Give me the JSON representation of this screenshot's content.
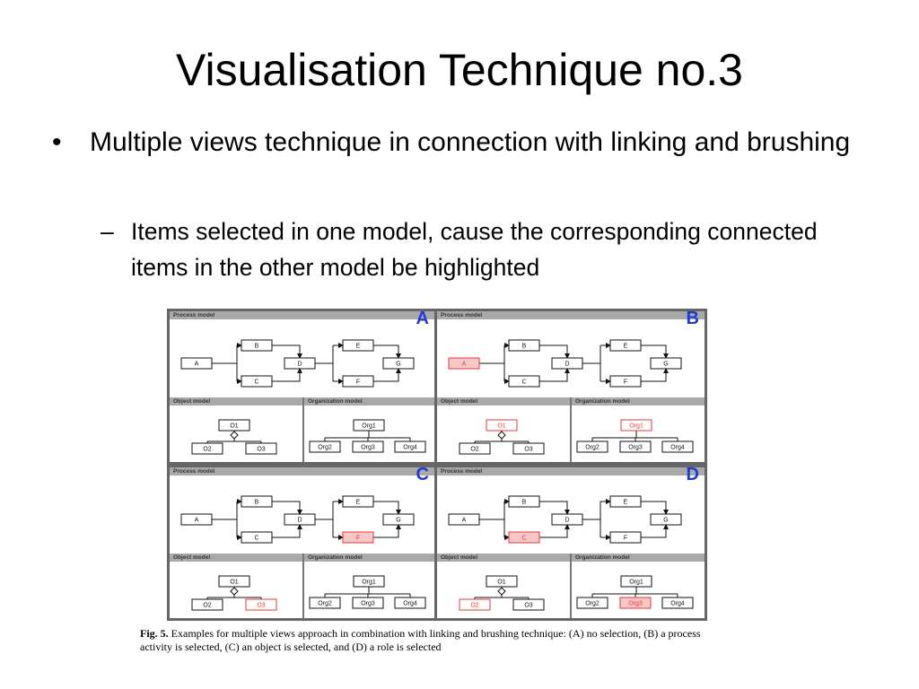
{
  "slide": {
    "title": "Visualisation Technique no.3",
    "bullet": "Multiple views technique in connection with linking and brushing",
    "subbullet": "Items selected in one model, cause the corresponding connected items in the other model be highlighted"
  },
  "figure": {
    "caption_label": "Fig. 5.",
    "caption_text": "Examples for multiple views approach in combination with linking and brushing technique: (A) no selection, (B) a process activity is selected, (C) an object is selected, and (D) a role is selected",
    "headers": {
      "process": "Process model",
      "object": "Object model",
      "organization": "Organization model"
    },
    "process_nodes": [
      "A",
      "B",
      "C",
      "D",
      "E",
      "F",
      "G"
    ],
    "object_nodes": [
      "O1",
      "O2",
      "O3"
    ],
    "organization_nodes": [
      "Org1",
      "Org2",
      "Org3",
      "Org4"
    ],
    "panels": [
      {
        "letter": "A",
        "highlight": []
      },
      {
        "letter": "B",
        "highlight": [
          "A",
          "O1",
          "Org1"
        ]
      },
      {
        "letter": "C",
        "highlight": [
          "F",
          "O3"
        ]
      },
      {
        "letter": "D",
        "highlight": [
          "C",
          "O2",
          "Org3"
        ]
      }
    ],
    "colors": {
      "highlight": "#e83a3a",
      "highlight_fill": "#f6c7c7",
      "letter": "#1f3bd6",
      "header": "#a9a9a9"
    }
  }
}
